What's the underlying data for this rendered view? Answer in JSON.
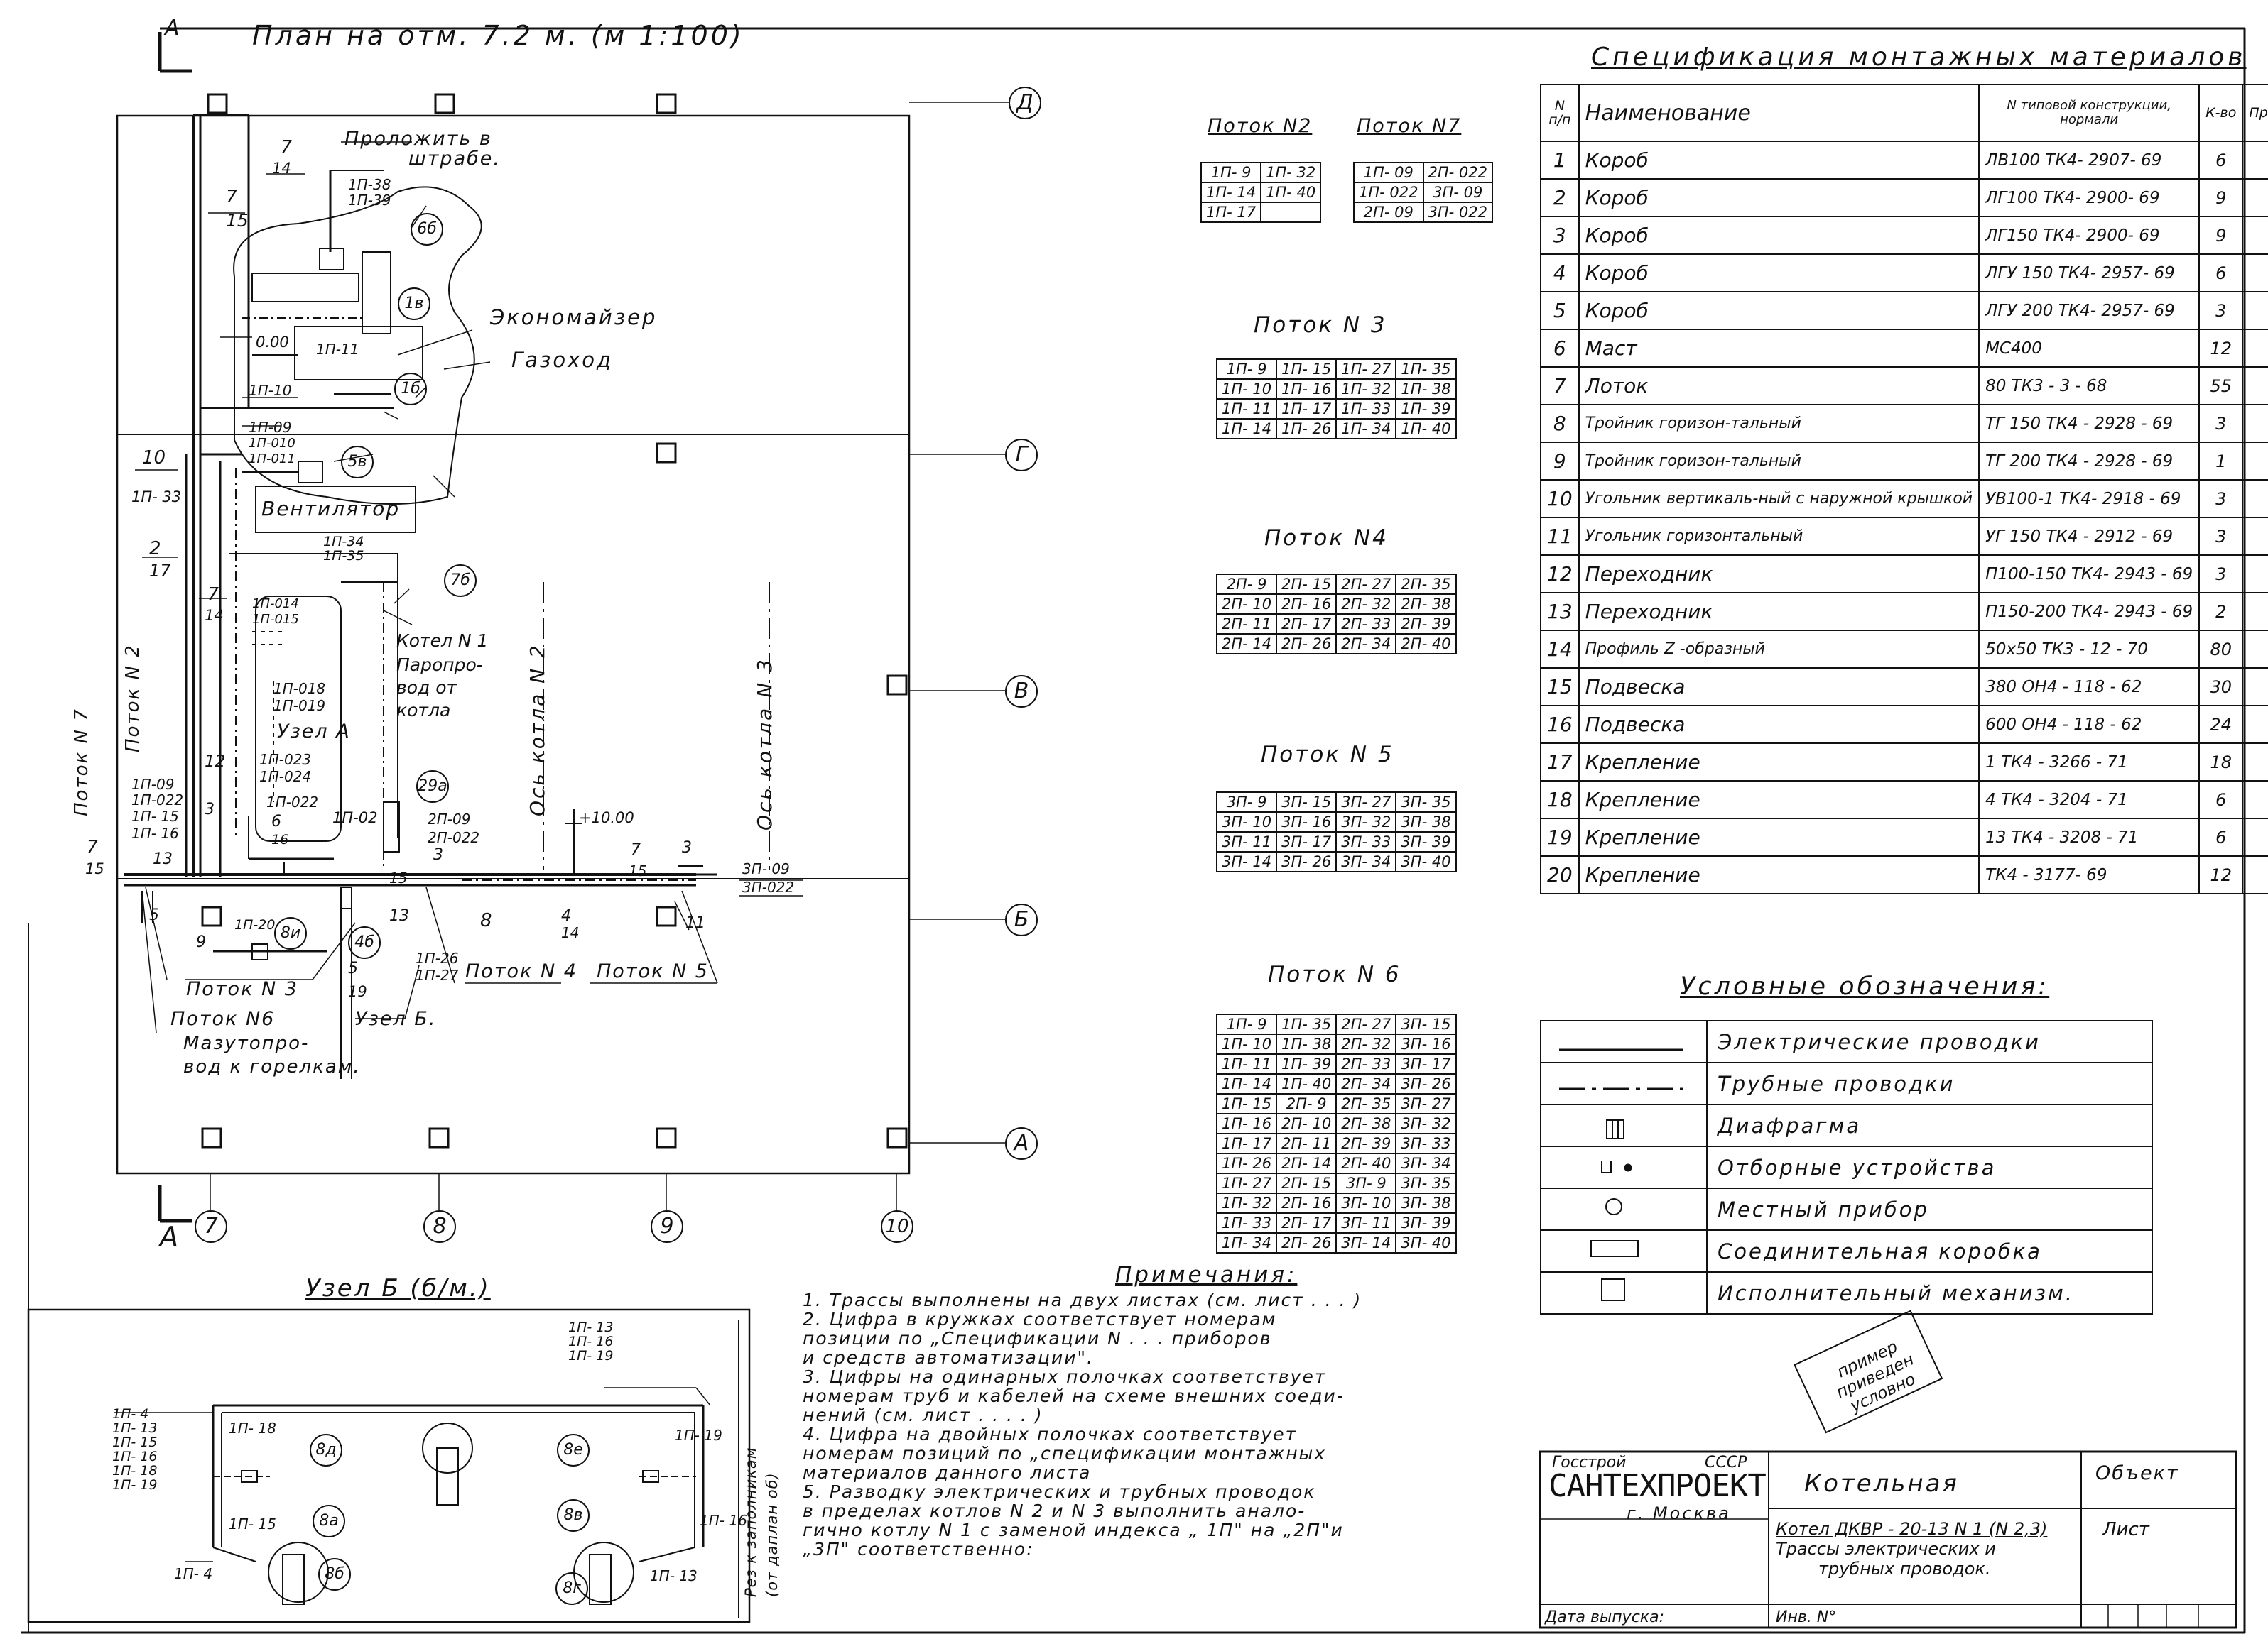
{
  "plan": {
    "title": "План  на  отм.  7.2 м.   (м 1:100)",
    "section_marker": "А",
    "axes_rows": [
      "Д",
      "Г",
      "В",
      "Б",
      "А"
    ],
    "axes_cols": [
      "7",
      "8",
      "9",
      "10"
    ],
    "labels": {
      "prolozhit": "Проложить в",
      "shtrabe": "штрабе.",
      "economizer": "Экономайзер",
      "gazokhod": "Газоход",
      "ventilyator": "Вентилятор",
      "kotel": "Котел N 1",
      "paroprovod1": "Паропро-",
      "paroprovod2": "вод от",
      "paroprovod3": "котла",
      "uzel_a": "Узел А",
      "uzel_b": "Узел Б.",
      "os_kotla_2": "Ось котла  N 2",
      "os_kotla_3": "Ось котла  N 3",
      "potok2_v": "Поток N 2",
      "potok7_v": "Поток N 7",
      "potok3": "Поток N 3",
      "potok4": "Поток N 4",
      "potok5": "Поток N 5",
      "potok6": "Поток N6",
      "mazut1": "Мазутопро-",
      "mazut2": "вод к горелкам.",
      "elev_000": "0.00",
      "elev_1000": "+10.00"
    },
    "circles": [
      "6б",
      "1в",
      "1б",
      "5в",
      "7б",
      "29а",
      "8и",
      "4б"
    ],
    "pipe_labels": {
      "p1p38": "1П-38",
      "p1p39": "1П-39",
      "p1p11": "1П-11",
      "p1p10": "1П-10",
      "p1p09": "1П-09",
      "p1p010": "1П-010",
      "p1p011": "1П-011",
      "p1p33": "1П- 33",
      "p1p34": "1П-34",
      "p1p35": "1П-35",
      "p1p014": "1П-014",
      "p1p015": "1П-015",
      "p1p018": "1П-018",
      "p1p019": "1П-019",
      "p1p023": "1П-023",
      "p1p024": "1П-024",
      "p1p022": "1П-022",
      "p1p02": "1П-02",
      "p2p09": "2П-09",
      "p2p022": "2П-022",
      "p3p09": "3П- 09",
      "p3p022": "3П-022",
      "p1p26": "1П-26",
      "p1p27": "1П-27",
      "p1p20": "1П-20",
      "l_1p09": "1П-09",
      "l_1p022": "1П-022",
      "l_1p15": "1П- 15",
      "l_1p16": "1П- 16"
    },
    "numbers": {
      "n7": "7",
      "n14": "14",
      "n15": "15",
      "n10": "10",
      "n2": "2",
      "n17": "17",
      "n12": "12",
      "n3": "3",
      "n6": "6",
      "n16": "16",
      "n13": "13",
      "n5": "5",
      "n9": "9",
      "n19": "19",
      "n8": "8",
      "n4": "4",
      "n11": "11"
    }
  },
  "flows": {
    "potok2": {
      "title": "Поток N2",
      "rows": [
        [
          "1П- 9",
          "1П- 32"
        ],
        [
          "1П- 14",
          "1П- 40"
        ],
        [
          "1П- 17",
          ""
        ]
      ]
    },
    "potok7": {
      "title": "Поток N7",
      "rows": [
        [
          "1П- 09",
          "2П- 022"
        ],
        [
          "1П- 022",
          "3П- 09"
        ],
        [
          "2П- 09",
          "3П- 022"
        ]
      ]
    },
    "potok3": {
      "title": "Поток  N 3",
      "rows": [
        [
          "1П- 9",
          "1П- 15",
          "1П- 27",
          "1П- 35"
        ],
        [
          "1П- 10",
          "1П- 16",
          "1П- 32",
          "1П- 38"
        ],
        [
          "1П- 11",
          "1П- 17",
          "1П- 33",
          "1П- 39"
        ],
        [
          "1П- 14",
          "1П- 26",
          "1П- 34",
          "1П- 40"
        ]
      ]
    },
    "potok4": {
      "title": "Поток  N4",
      "rows": [
        [
          "2П- 9",
          "2П- 15",
          "2П- 27",
          "2П- 35"
        ],
        [
          "2П- 10",
          "2П- 16",
          "2П- 32",
          "2П- 38"
        ],
        [
          "2П- 11",
          "2П- 17",
          "2П- 33",
          "2П- 39"
        ],
        [
          "2П- 14",
          "2П- 26",
          "2П- 34",
          "2П- 40"
        ]
      ]
    },
    "potok5": {
      "title": "Поток  N 5",
      "rows": [
        [
          "3П- 9",
          "3П- 15",
          "3П- 27",
          "3П- 35"
        ],
        [
          "3П- 10",
          "3П- 16",
          "3П- 32",
          "3П- 38"
        ],
        [
          "3П- 11",
          "3П- 17",
          "3П- 33",
          "3П- 39"
        ],
        [
          "3П- 14",
          "3П- 26",
          "3П- 34",
          "3П- 40"
        ]
      ]
    },
    "potok6": {
      "title": "Поток  N 6",
      "rows": [
        [
          "1П- 9",
          "1П- 35",
          "2П- 27",
          "3П- 15"
        ],
        [
          "1П- 10",
          "1П- 38",
          "2П- 32",
          "3П- 16"
        ],
        [
          "1П- 11",
          "1П- 39",
          "2П- 33",
          "3П- 17"
        ],
        [
          "1П- 14",
          "1П- 40",
          "2П- 34",
          "3П- 26"
        ],
        [
          "1П- 15",
          "2П- 9",
          "2П- 35",
          "3П- 27"
        ],
        [
          "1П- 16",
          "2П- 10",
          "2П- 38",
          "3П- 32"
        ],
        [
          "1П- 17",
          "2П- 11",
          "2П- 39",
          "3П- 33"
        ],
        [
          "1П- 26",
          "2П- 14",
          "2П- 40",
          "3П- 34"
        ],
        [
          "1П- 27",
          "2П- 15",
          "3П- 9",
          "3П- 35"
        ],
        [
          "1П- 32",
          "2П- 16",
          "3П- 10",
          "3П- 38"
        ],
        [
          "1П- 33",
          "2П- 17",
          "3П- 11",
          "3П- 39"
        ],
        [
          "1П- 34",
          "2П- 26",
          "3П- 14",
          "3П- 40"
        ]
      ]
    }
  },
  "spec": {
    "title": "Спецификация  монтажных  материалов",
    "headers": {
      "num": "N п/п",
      "name": "Наименование",
      "ref": "N типовой конструкции, нормали",
      "qty": "К-во",
      "note": "Примеч."
    },
    "rows": [
      {
        "n": "1",
        "name": "Короб",
        "ref": "ЛВ100  ТК4- 2907- 69",
        "qty": "6"
      },
      {
        "n": "2",
        "name": "Короб",
        "ref": "ЛГ100  ТК4- 2900- 69",
        "qty": "9"
      },
      {
        "n": "3",
        "name": "Короб",
        "ref": "ЛГ150  ТК4- 2900- 69",
        "qty": "9"
      },
      {
        "n": "4",
        "name": "Короб",
        "ref": "ЛГУ 150  ТК4- 2957- 69",
        "qty": "6"
      },
      {
        "n": "5",
        "name": "Короб",
        "ref": "ЛГУ 200  ТК4- 2957- 69",
        "qty": "3"
      },
      {
        "n": "6",
        "name": "Маст",
        "ref": "МС400",
        "qty": "12"
      },
      {
        "n": "7",
        "name": "Лоток",
        "ref": "80  ТК3 - 3 - 68",
        "qty": "55"
      },
      {
        "n": "8",
        "name": "Тройник  горизон-тальный",
        "ref": "ТГ 150  ТК4 - 2928 - 69",
        "qty": "3"
      },
      {
        "n": "9",
        "name": "Тройник  горизон-тальный",
        "ref": "ТГ 200  ТК4 - 2928 - 69",
        "qty": "1"
      },
      {
        "n": "10",
        "name": "Угольник вертикаль-ный с наружной крышкой",
        "ref": "УВ100-1 ТК4- 2918 - 69",
        "qty": "3"
      },
      {
        "n": "11",
        "name": "Угольник горизонтальный",
        "ref": "УГ 150  ТК4 - 2912 - 69",
        "qty": "3"
      },
      {
        "n": "12",
        "name": "Переходник",
        "ref": "П100-150 ТК4- 2943 - 69",
        "qty": "3"
      },
      {
        "n": "13",
        "name": "Переходник",
        "ref": "П150-200 ТК4- 2943 - 69",
        "qty": "2"
      },
      {
        "n": "14",
        "name": "Профиль  Z -образный",
        "ref": "50х50  ТК3  - 12 - 70",
        "qty": "80"
      },
      {
        "n": "15",
        "name": "Подвеска",
        "ref": "380  ОН4 - 118 - 62",
        "qty": "30"
      },
      {
        "n": "16",
        "name": "Подвеска",
        "ref": "600  ОН4 - 118 - 62",
        "qty": "24"
      },
      {
        "n": "17",
        "name": "Крепление",
        "ref": "1  ТК4 - 3266 - 71",
        "qty": "18"
      },
      {
        "n": "18",
        "name": "Крепление",
        "ref": "4  ТК4 - 3204 - 71",
        "qty": "6"
      },
      {
        "n": "19",
        "name": "Крепление",
        "ref": "13  ТК4 - 3208 - 71",
        "qty": "6"
      },
      {
        "n": "20",
        "name": "Крепление",
        "ref": "ТК4 - 3177- 69",
        "qty": "12"
      }
    ]
  },
  "legend": {
    "title": "Условные  обозначения:",
    "items": [
      {
        "sym": "solid-line",
        "text": "Электрические  проводки"
      },
      {
        "sym": "dash-dot-line",
        "text": "Трубные  проводки"
      },
      {
        "sym": "diaphragm",
        "text": "Диафрагма"
      },
      {
        "sym": "tap",
        "text": "Отборные  устройства"
      },
      {
        "sym": "circle",
        "text": "Местный  прибор"
      },
      {
        "sym": "box",
        "text": "Соединительная  коробка"
      },
      {
        "sym": "square",
        "text": "Исполнительный  механизм."
      }
    ]
  },
  "stamp_text": "пример приведен условно",
  "notes": {
    "title": "Примечания:",
    "lines": [
      "1. Трассы  выполнены  на  двух  листах  (см. лист  . . . )",
      "2. Цифра в кружках  соответствует  номерам",
      "позиции  по  „Спецификации  N . . .     приборов",
      "и средств  автоматизации\".",
      "3. Цифры на  одинарных  полочках  соответствует",
      "номерам  труб  и кабелей на схеме  внешних  соеди-",
      "нений  (см. лист . . . . )",
      "4. Цифра  на  двойных  полочках  соответствует",
      "номерам  позиций по „спецификации монтажных",
      "материалов  данного  листа",
      "5. Разводку  электрических  и  трубных  проводок",
      "в пределах  котлов  N 2  и N 3  выполнить  анало-",
      "гично  котлу  N 1 с заменой  индекса „ 1П\" на „2П\"и",
      "„3П\"  соответственно:"
    ]
  },
  "uzel_b": {
    "title": "Узел  Б (б/м.)",
    "left_list": [
      "1П- 4",
      "1П- 13",
      "1П- 15",
      "1П- 16",
      "1П- 18",
      "1П- 19"
    ],
    "top_list": [
      "1П- 13",
      "1П- 16",
      "1П- 19"
    ],
    "l18": "1П- 18",
    "l15": "1П- 15",
    "l4": "1П- 4",
    "r19": "1П- 19",
    "r16": "1П- 16",
    "r13": "1П- 13",
    "c8d": "8д",
    "c8a": "8а",
    "c8b": "8б",
    "c8e": "8е",
    "c8v": "8в",
    "c8g": "8г",
    "side_note1": "Рез к заполникам",
    "side_note2": "(от  даплан об)"
  },
  "title_block": {
    "org1": "Госстрой",
    "org2": "СССР",
    "company": "САНТЕХПРОЕКТ",
    "city": "г. Москва",
    "project": "Котельная",
    "object_label": "Объект",
    "desc1": "Котел ДКВР - 20-13 N 1 (N 2,3)",
    "desc2": "Трассы электрических и",
    "desc3": "трубных  проводок.",
    "sheet_label": "Лист",
    "date_label": "Дата выпуска:",
    "inv_label": "Инв. N°"
  }
}
